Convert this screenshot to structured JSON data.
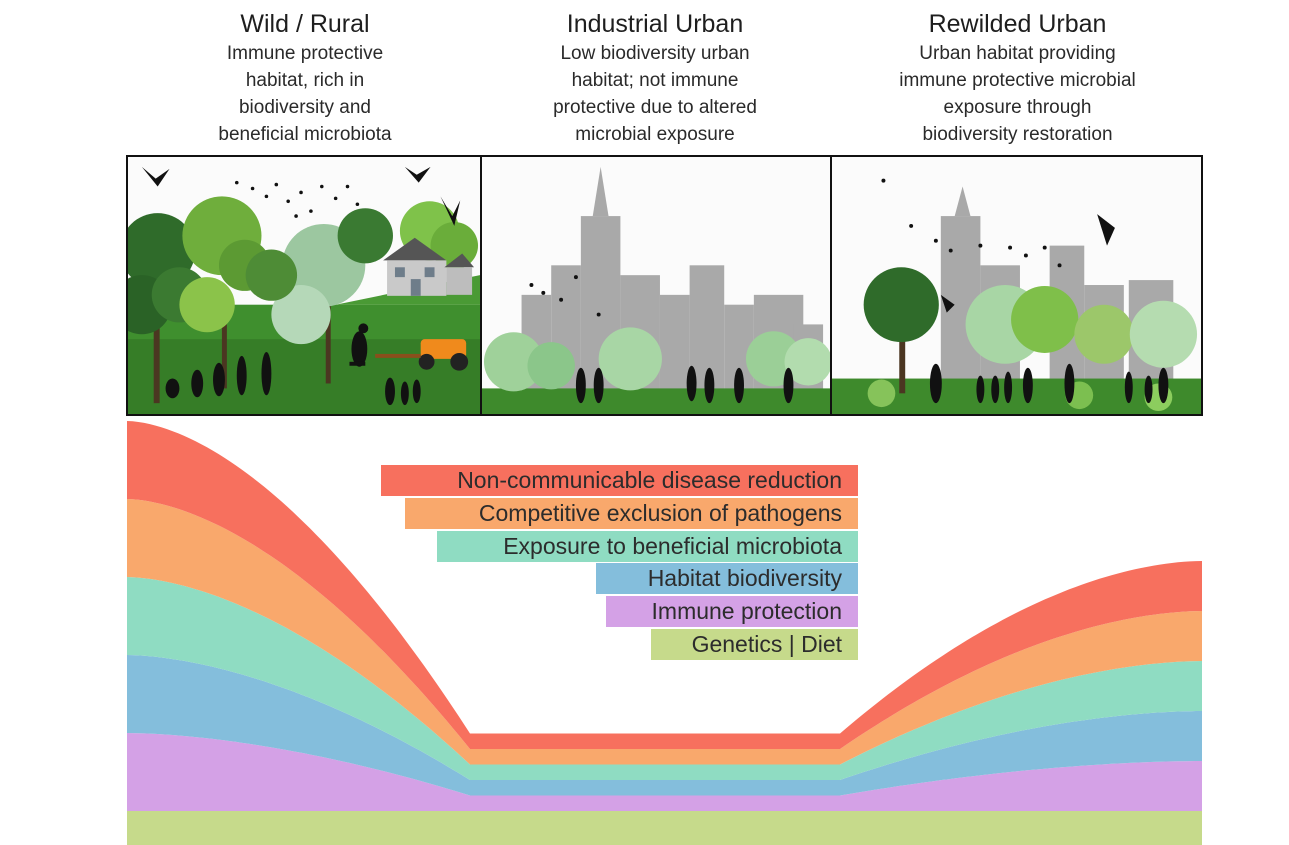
{
  "columns": [
    {
      "title": "Wild / Rural",
      "description": [
        "Immune protective",
        "habitat, rich in",
        "biodiversity and",
        "beneficial microbiota"
      ]
    },
    {
      "title": "Industrial Urban",
      "description": [
        "Low biodiversity urban",
        "habitat; not immune",
        "protective due to altered",
        "microbial exposure"
      ]
    },
    {
      "title": "Rewilded Urban",
      "description": [
        "Urban habitat providing",
        "immune protective microbial",
        "exposure through",
        "biodiversity restoration"
      ]
    }
  ],
  "illustrations": [
    {
      "scene": "wild-rural",
      "icons": [
        "tree-icon",
        "house-icon",
        "bird-icon",
        "kangaroo-icon",
        "tractor-icon",
        "human-evolution-icon",
        "person-icon"
      ]
    },
    {
      "scene": "industrial-urban",
      "icons": [
        "skyscraper-icon",
        "tree-icon",
        "bird-icon",
        "person-icon"
      ]
    },
    {
      "scene": "rewilded-urban",
      "icons": [
        "skyscraper-icon",
        "tree-icon",
        "bird-icon",
        "person-icon",
        "shrub-icon"
      ]
    }
  ],
  "layers": [
    {
      "label": "Non-communicable disease reduction",
      "color": "#f7705e",
      "wild": 1.0,
      "urban": 0.25,
      "rewilded": 0.78
    },
    {
      "label": "Competitive exclusion of pathogens",
      "color": "#f9a86c",
      "wild": 1.0,
      "urban": 0.25,
      "rewilded": 0.78
    },
    {
      "label": "Exposure to beneficial microbiota",
      "color": "#8fdcc2",
      "wild": 1.0,
      "urban": 0.25,
      "rewilded": 0.78
    },
    {
      "label": "Habitat biodiversity",
      "color": "#84bedc",
      "wild": 1.0,
      "urban": 0.25,
      "rewilded": 0.78
    },
    {
      "label": "Immune protection",
      "color": "#d4a1e6",
      "wild": 1.0,
      "urban": 0.25,
      "rewilded": 0.78
    },
    {
      "label": "Genetics | Diet",
      "color": "#c6da8b",
      "wild": 1.0,
      "urban": 1.0,
      "rewilded": 1.0
    }
  ]
}
